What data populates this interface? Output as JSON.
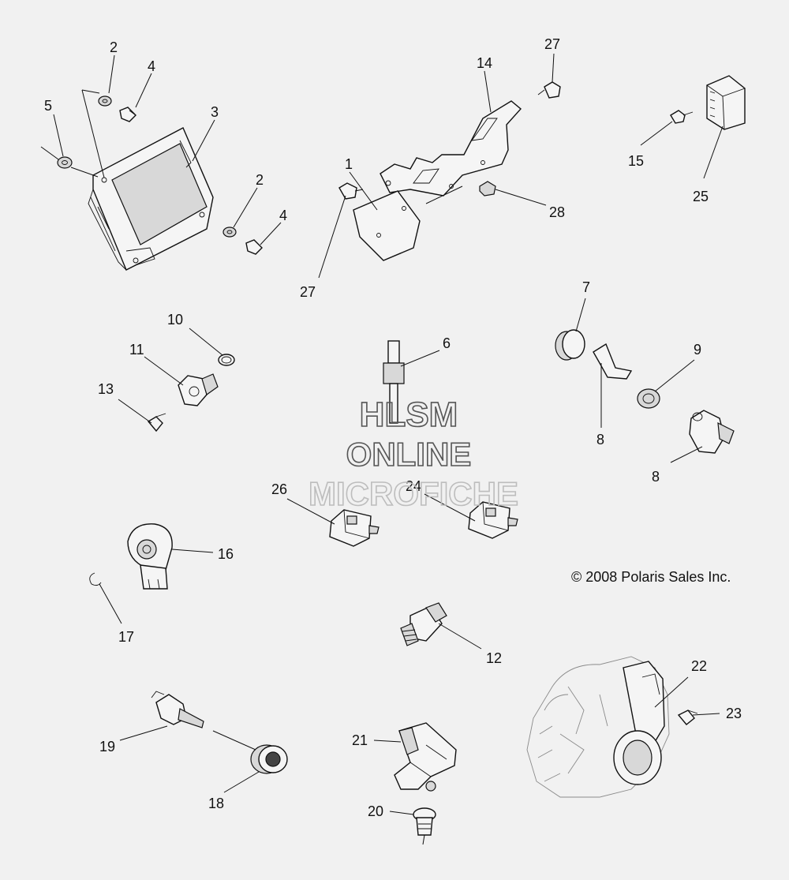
{
  "callouts": [
    {
      "id": "c2a",
      "text": "2"
    },
    {
      "id": "c4a",
      "text": "4"
    },
    {
      "id": "c5",
      "text": "5"
    },
    {
      "id": "c3",
      "text": "3"
    },
    {
      "id": "c2b",
      "text": "2"
    },
    {
      "id": "c4b",
      "text": "4"
    },
    {
      "id": "c1",
      "text": "1"
    },
    {
      "id": "c14",
      "text": "14"
    },
    {
      "id": "c27a",
      "text": "27"
    },
    {
      "id": "c27b",
      "text": "27"
    },
    {
      "id": "c28",
      "text": "28"
    },
    {
      "id": "c15",
      "text": "15"
    },
    {
      "id": "c25",
      "text": "25"
    },
    {
      "id": "c10",
      "text": "10"
    },
    {
      "id": "c11",
      "text": "11"
    },
    {
      "id": "c13",
      "text": "13"
    },
    {
      "id": "c6",
      "text": "6"
    },
    {
      "id": "c7",
      "text": "7"
    },
    {
      "id": "c9",
      "text": "9"
    },
    {
      "id": "c8a",
      "text": "8"
    },
    {
      "id": "c8b",
      "text": "8"
    },
    {
      "id": "c26",
      "text": "26"
    },
    {
      "id": "c24",
      "text": "24"
    },
    {
      "id": "c16",
      "text": "16"
    },
    {
      "id": "c17",
      "text": "17"
    },
    {
      "id": "c12",
      "text": "12"
    },
    {
      "id": "c22",
      "text": "22"
    },
    {
      "id": "c23",
      "text": "23"
    },
    {
      "id": "c19",
      "text": "19"
    },
    {
      "id": "c18",
      "text": "18"
    },
    {
      "id": "c21",
      "text": "21"
    },
    {
      "id": "c20",
      "text": "20"
    }
  ],
  "copyright": "© 2008 Polaris Sales Inc.",
  "watermark": {
    "line1": "HLSM",
    "line2": "ONLINE",
    "line3": "MICROFICHE"
  },
  "colors": {
    "background": "#f1f1f1",
    "ink": "#111111"
  }
}
